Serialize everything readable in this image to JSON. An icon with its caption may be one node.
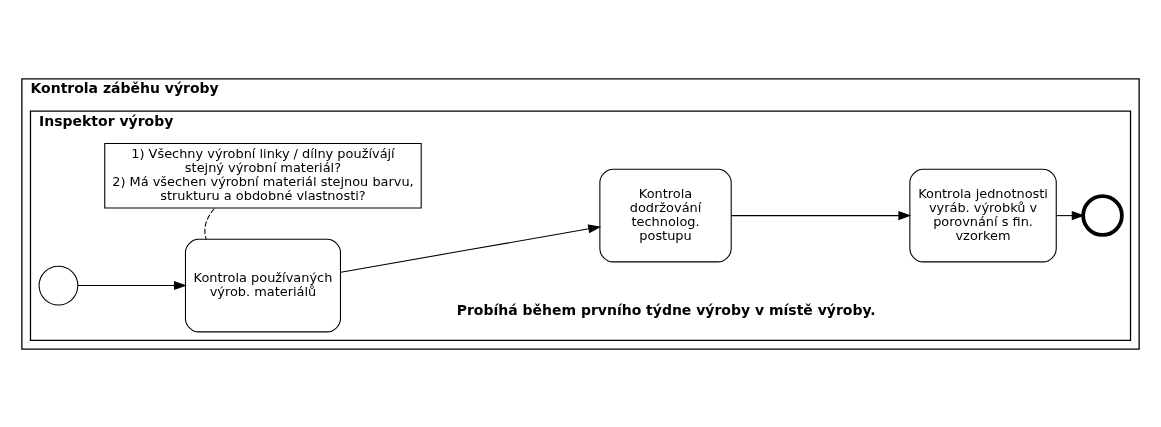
{
  "diagram": {
    "nodes": [
      {
        "text": [
          "Kontrola záběhu výroby"
        ]
      },
      {
        "text": [
          "Inspektor výroby"
        ],
        "in": 0
      },
      {
        "text": [],
        "shape": "circle",
        "in": 1
      },
      {
        "text": [
          "Kontrola používaných výrob. materiálů"
        ],
        "in": 1
      },
      {
        "text": [
          "Kontrola dodržování technolog. postupu"
        ],
        "in": 1
      },
      {
        "text": [
          "Kontrola jednotnosti vyráb. výrobků v porovnání s fin. vzorkem"
        ],
        "in": 1
      },
      {
        "text": [],
        "shape": "circle",
        "in": 1
      },
      {
        "text": [
          "1) Všechny výrobní linky / dílny používájí stejný výrobní materiál?",
          "2) Má všechen výrobní materiál stejnou barvu, strukturu a obdobné vlastnosti?"
        ],
        "in": 1
      }
    ],
    "edges": [
      {
        "from": 2,
        "to": 3,
        "arrow": "to"
      },
      {
        "from": 3,
        "to": 4,
        "arrow": "to"
      },
      {
        "from": 4,
        "to": 5,
        "arrow": "to"
      },
      {
        "from": 5,
        "to": 6,
        "arrow": "to"
      },
      {
        "from": 7,
        "to": 3,
        "arrow": "none",
        "style": "dashed"
      }
    ],
    "labels": [
      "Probíhá během prvního týdne výroby v místě výroby."
    ]
  }
}
